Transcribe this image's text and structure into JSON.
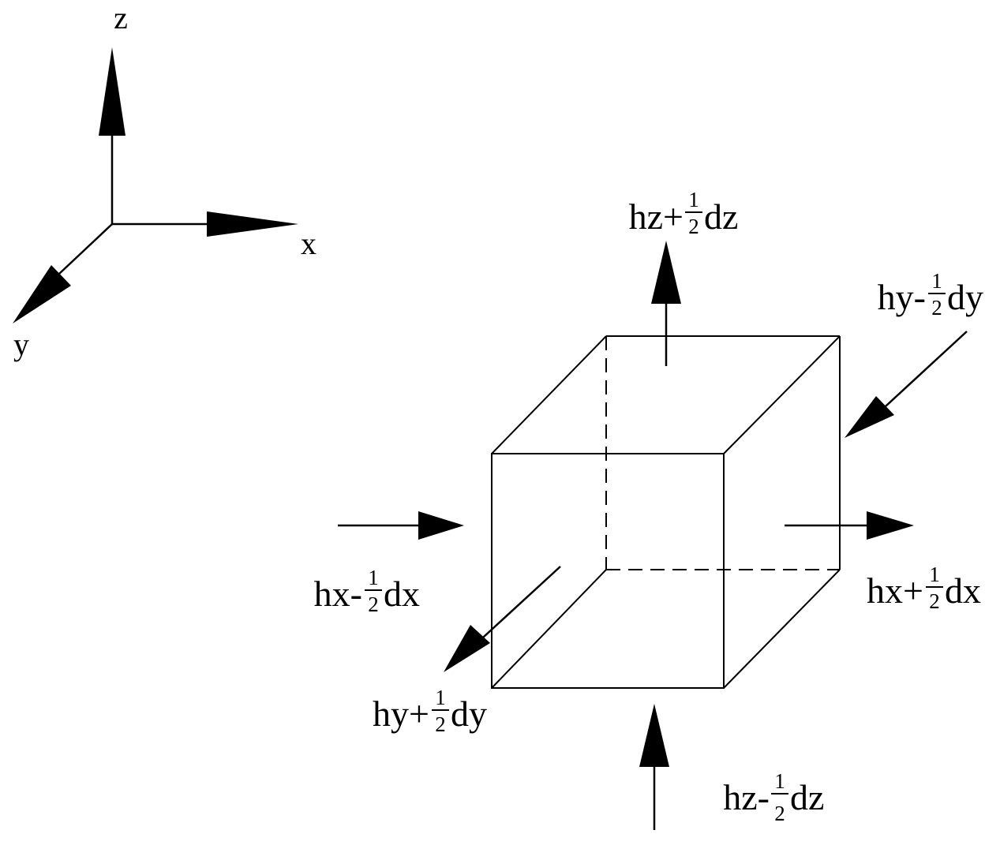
{
  "axes": {
    "x_label": "x",
    "y_label": "y",
    "z_label": "z"
  },
  "fluxes": {
    "hz_top": {
      "term": "hz+",
      "numerator": "1",
      "denominator": "2",
      "differential": "dz"
    },
    "hy_back": {
      "term": "hy-",
      "numerator": "1",
      "denominator": "2",
      "differential": "dy"
    },
    "hx_left": {
      "term": "hx-",
      "numerator": "1",
      "denominator": "2",
      "differential": "dx"
    },
    "hx_right": {
      "term": "hx+",
      "numerator": "1",
      "denominator": "2",
      "differential": "dx"
    },
    "hy_front": {
      "term": "hy+",
      "numerator": "1",
      "denominator": "2",
      "differential": "dy"
    },
    "hz_bottom": {
      "term": "hz-",
      "numerator": "1",
      "denominator": "2",
      "differential": "dz"
    }
  },
  "colors": {
    "ink": "#000000",
    "background": "#ffffff"
  }
}
